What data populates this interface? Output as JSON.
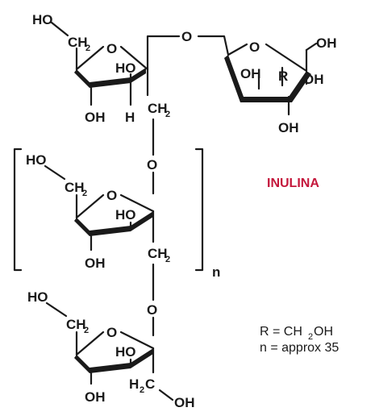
{
  "title": "INULINA",
  "colors": {
    "title": "#c4183c",
    "ink": "#1a1a1a",
    "background": "#ffffff"
  },
  "legend": {
    "r_def": "R = CH2OH",
    "n_def": "n = approx 35"
  },
  "repeat_index": "n",
  "labels": {
    "ho": "HO",
    "oh": "OH",
    "ch2": "CH",
    "sub2": "2",
    "h2": "H",
    "c": "C",
    "o": "O",
    "h": "H",
    "r": "R",
    "r_def_a": "R = CH",
    "r_def_b": "OH"
  }
}
